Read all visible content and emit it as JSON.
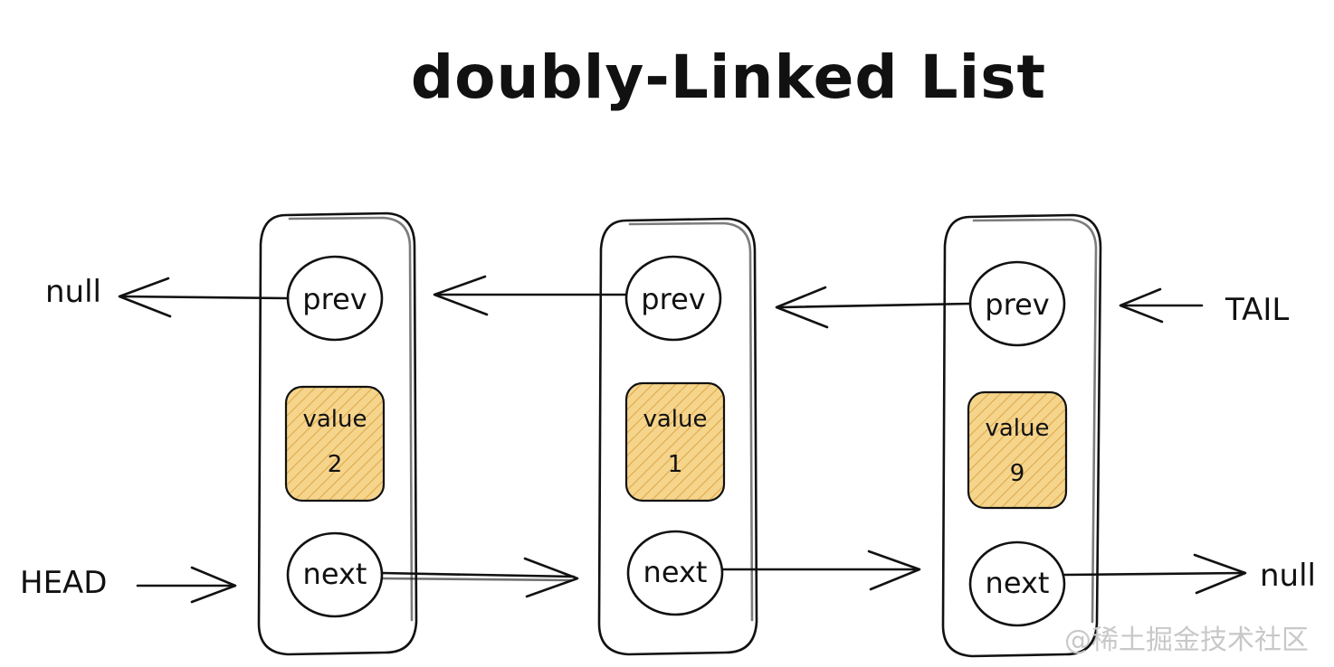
{
  "title": "doubly-Linked List",
  "nodes": [
    {
      "prev_label": "prev",
      "value_label": "value",
      "value": "2",
      "next_label": "next"
    },
    {
      "prev_label": "prev",
      "value_label": "value",
      "value": "1",
      "next_label": "next"
    },
    {
      "prev_label": "prev",
      "value_label": "value",
      "value": "9",
      "next_label": "next"
    }
  ],
  "left_null": "null",
  "right_null": "null",
  "head_label": "HEAD",
  "tail_label": "TAIL",
  "watermark": "@稀土掘金技术社区",
  "colors": {
    "ink": "#111111",
    "value_fill": "#f5d58c",
    "hatch": "#e0a94a",
    "watermark": "#c8c8c8"
  }
}
